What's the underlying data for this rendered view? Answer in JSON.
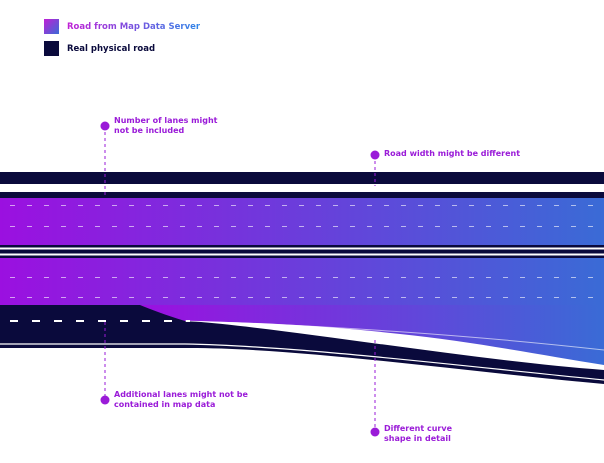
{
  "legend": [
    {
      "label": "Road from Map Data Server",
      "swatch": "gradient"
    },
    {
      "label": "Real physical road",
      "swatch": "dark"
    }
  ],
  "annotations": [
    {
      "id": "lanes",
      "text": "Number of lanes might\nnot be included"
    },
    {
      "id": "width",
      "text": "Road width might be different"
    },
    {
      "id": "additional",
      "text": "Additional lanes might not be\ncontained in map data"
    },
    {
      "id": "curve",
      "text": "Different curve\nshape in detail"
    }
  ],
  "colors": {
    "road_dark": "#0a0a3c",
    "gradient_start": "#9b10e0",
    "gradient_end": "#3a6bd6",
    "annotation": "#9a1bd8",
    "legend_label_gradient_start": "#c11fd6",
    "legend_label_gradient_end": "#2f86e8",
    "legend_label_dark": "#0a0a3c"
  }
}
